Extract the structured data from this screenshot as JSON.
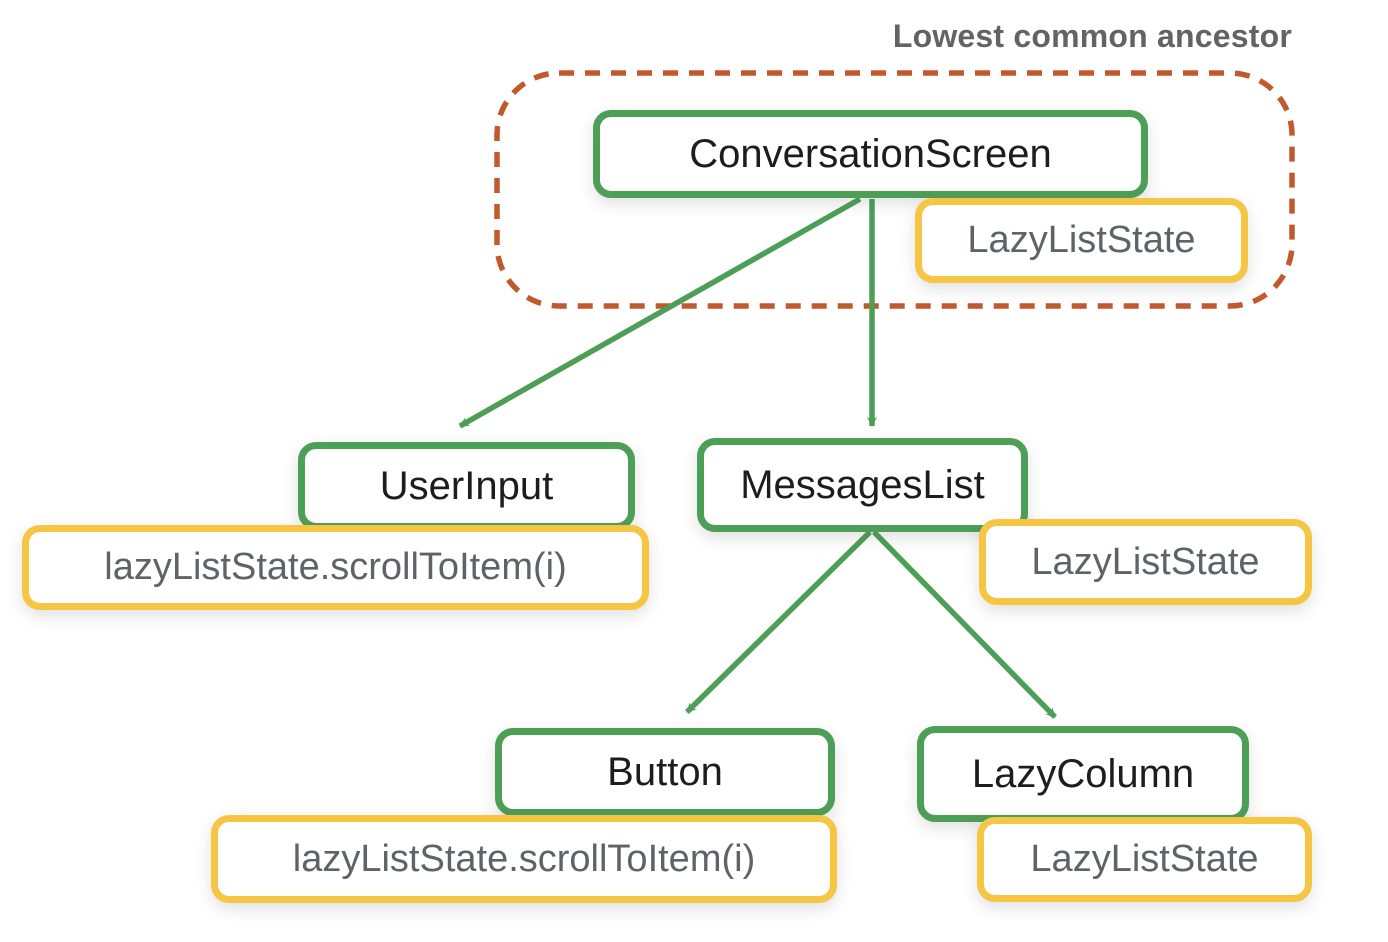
{
  "annotation": {
    "label": "Lowest common ancestor"
  },
  "colors": {
    "node_border_green": "#4d9e57",
    "state_border_yellow": "#f6c543",
    "ancestor_dash_orange": "#c2592d",
    "node_text": "#1d1d1f",
    "state_text": "#5f6368",
    "label_text": "#636363",
    "arrow_green": "#4d9e57",
    "background": "#ffffff"
  },
  "nodes": {
    "conversation_screen": {
      "label": "ConversationScreen"
    },
    "user_input": {
      "label": "UserInput"
    },
    "messages_list": {
      "label": "MessagesList"
    },
    "button": {
      "label": "Button"
    },
    "lazy_column": {
      "label": "LazyColumn"
    }
  },
  "states": {
    "hoisted_state": {
      "label": "LazyListState"
    },
    "user_input_call": {
      "label": "lazyListState.scrollToItem(i)"
    },
    "messages_list_state": {
      "label": "LazyListState"
    },
    "button_call": {
      "label": "lazyListState.scrollToItem(i)"
    },
    "lazy_column_state": {
      "label": "LazyListState"
    }
  }
}
